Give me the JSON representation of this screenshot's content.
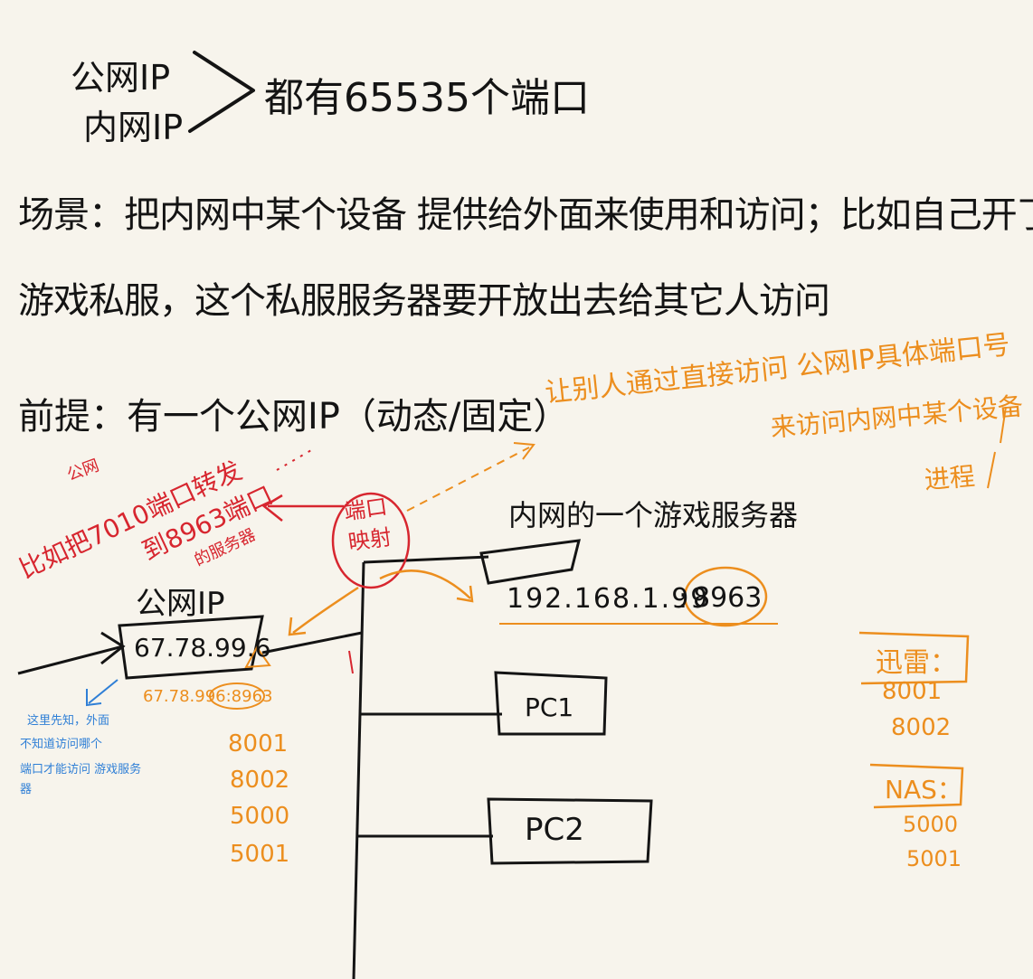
{
  "top": {
    "public_ip": "公网IP",
    "private_ip": "内网IP",
    "both_have": "都有65535个端口"
  },
  "scenario": {
    "line1": "场景：把内网中某个设备 提供给外面来使用和访问；比如自己开了一个",
    "line2": "游戏私服，这个私服服务器要开放出去给其它人访问"
  },
  "premise": "前提：有一个公网IP（动态/固定）",
  "goal": {
    "line1": "让别人通过直接访问 公网IP具体端口号",
    "line2": "来访问内网中某个设备",
    "line3": "进程"
  },
  "red_note": {
    "gateway": "公网",
    "line1": "比如把7010端口转发",
    "line2": "到8963端口",
    "small": "的服务器"
  },
  "circle_label": "端口映射",
  "server": {
    "title": "内网的一个游戏服务器",
    "ip": "192.168.1.99",
    "colon": ":",
    "port": "8963"
  },
  "public_box": {
    "label": "公网IP",
    "ip": "67.78.99.6",
    "ports": [
      "67.78.996:8963",
      "8001",
      "8002",
      "5000",
      "5001"
    ]
  },
  "blue_note": [
    "这里先知，外面",
    "不知道访问哪个",
    "端口才能访问 游戏服务",
    "器"
  ],
  "pcs": [
    "PC1",
    "PC2"
  ],
  "xunlei": {
    "label": "迅雷：",
    "ports": [
      "8001",
      "8002"
    ]
  },
  "nas": {
    "label": "NAS：",
    "ports": [
      "5000",
      "5001"
    ]
  },
  "colors": {
    "ink": "#141414",
    "red": "#d7262f",
    "orange": "#ec8e1e",
    "blue": "#2f7fd6",
    "paper": "#f7f4ec"
  }
}
